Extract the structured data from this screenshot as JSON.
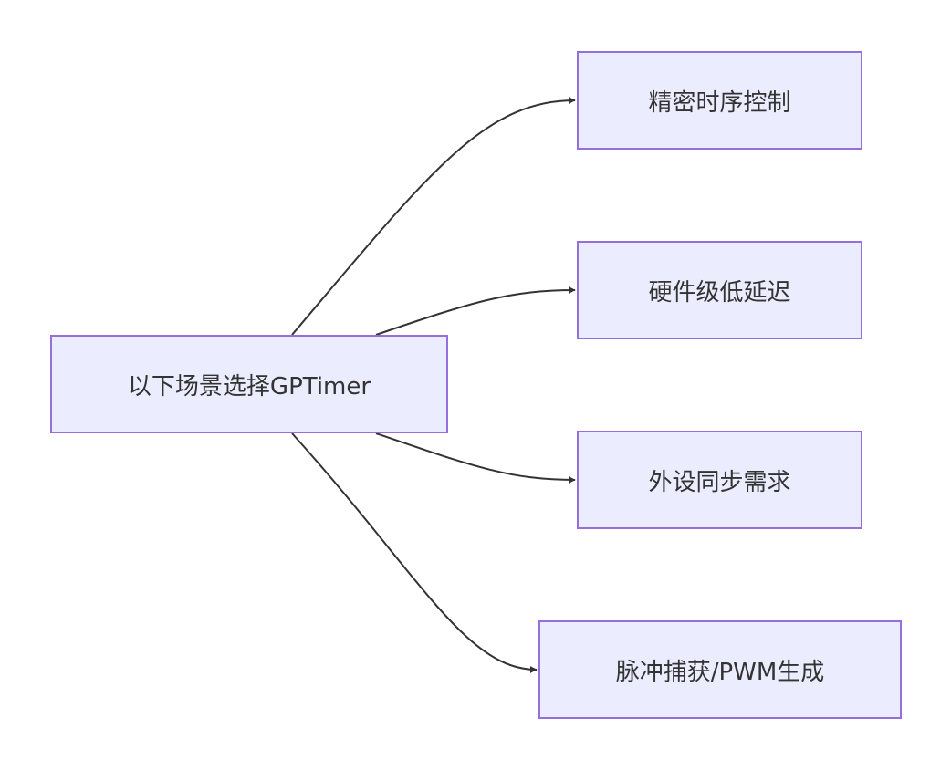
{
  "diagram": {
    "type": "flowchart",
    "direction": "LR",
    "colors": {
      "node_fill": "#ececff",
      "node_border": "#9370db",
      "edge": "#333333",
      "text": "#333333"
    },
    "root": {
      "id": "root",
      "label": "以下场景选择GPTimer"
    },
    "targets": [
      {
        "id": "timing",
        "label": "精密时序控制"
      },
      {
        "id": "latency",
        "label": "硬件级低延迟"
      },
      {
        "id": "sync",
        "label": "外设同步需求"
      },
      {
        "id": "pwm",
        "label": "脉冲捕获/PWM生成"
      }
    ],
    "edges": [
      {
        "from": "root",
        "to": "timing"
      },
      {
        "from": "root",
        "to": "latency"
      },
      {
        "from": "root",
        "to": "sync"
      },
      {
        "from": "root",
        "to": "pwm"
      }
    ]
  }
}
